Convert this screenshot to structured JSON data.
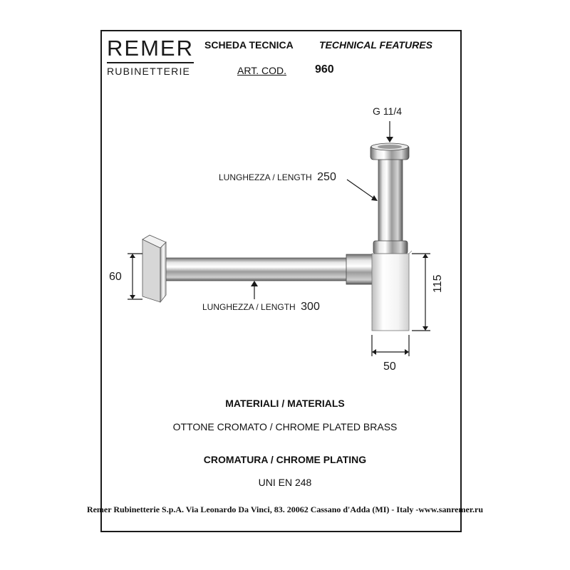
{
  "brand": {
    "name": "REMER",
    "subtitle": "RUBINETTERIE"
  },
  "header": {
    "title_it": "SCHEDA TECNICA",
    "title_en": "TECHNICAL FEATURES",
    "art_cod_label": "ART. COD.",
    "art_cod_value": "960"
  },
  "drawing": {
    "thread_label": "G 11/4",
    "vertical_length_prefix": "LUNGHEZZA /  LENGTH",
    "vertical_length_value": "250",
    "horizontal_length_prefix": "LUNGHEZZA /  LENGTH",
    "horizontal_length_value": "300",
    "flange_height": "60",
    "body_height": "115",
    "body_width": "50"
  },
  "specs": {
    "materials_title": "MATERIALI / MATERIALS",
    "materials_value": "OTTONE CROMATO / CHROME PLATED BRASS",
    "plating_title": "CROMATURA / CHROME PLATING",
    "plating_value": "UNI EN 248"
  },
  "footer": {
    "address": "Remer Rubinetterie S.p.A. Via Leonardo Da Vinci, 83. 20062 Cassano d'Adda (MI) - Italy -www.sanremer.ru"
  }
}
